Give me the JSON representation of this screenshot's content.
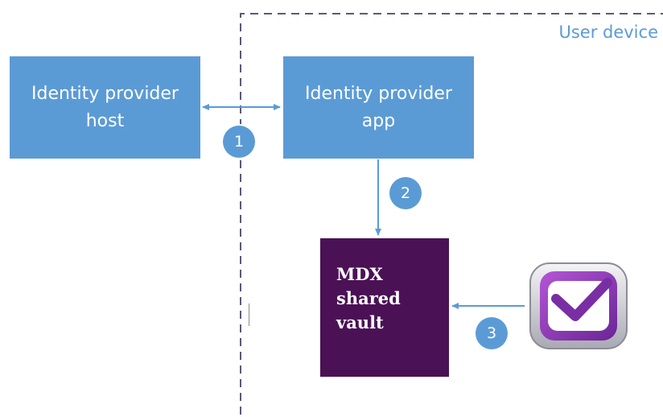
{
  "diagram": {
    "user_device_label": "User device",
    "nodes": {
      "identity_provider_host": [
        "Identity provider",
        "host"
      ],
      "identity_provider_app": [
        "Identity provider",
        "app"
      ],
      "mdx_shared_vault": [
        "MDX",
        "shared",
        "vault"
      ]
    },
    "steps": [
      "1",
      "2",
      "3"
    ],
    "icons": {
      "mail_app": "envelope-check-icon"
    },
    "colors": {
      "accent": "#5b9bd5",
      "vault": "#4b1155",
      "boundary": "#5a5a7a"
    }
  }
}
